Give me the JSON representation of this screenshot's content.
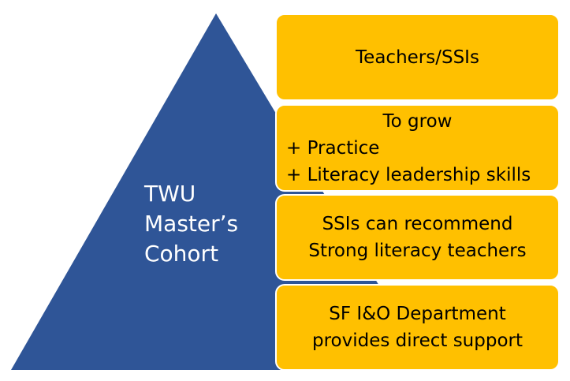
{
  "pyramid": {
    "label_lines": [
      "TWU",
      "Master’s",
      "Cohort"
    ],
    "color": "#2f5597"
  },
  "boxes": [
    {
      "lines": [
        "Teachers/SSIs"
      ]
    },
    {
      "lines": [
        "To grow",
        "+ Practice",
        "+ Literacy leadership skills"
      ]
    },
    {
      "lines": [
        "SSIs can recommend",
        "Strong literacy teachers"
      ]
    },
    {
      "lines": [
        "SF I&O Department",
        "provides direct support"
      ]
    }
  ],
  "colors": {
    "box_fill": "#ffc000",
    "pyramid_fill": "#2f5597",
    "background": "#ffffff"
  }
}
